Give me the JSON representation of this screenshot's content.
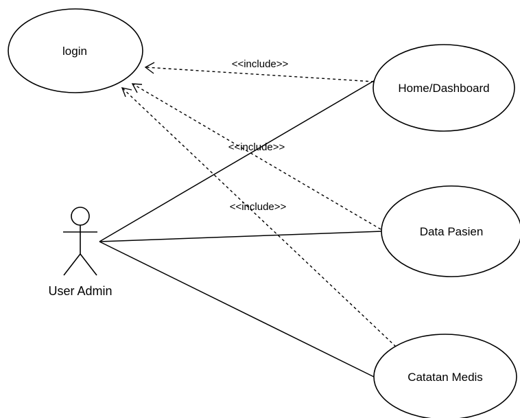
{
  "diagram": {
    "actor": {
      "label": "User Admin"
    },
    "use_cases": {
      "login": "login",
      "home": "Home/Dashboard",
      "data_pasien": "Data Pasien",
      "catatan_medis": "Catatan Medis"
    },
    "stereotypes": {
      "home_include": "<<include>>",
      "data_pasien_include": "<<include>>",
      "catatan_medis_include": "<<include>>"
    }
  }
}
